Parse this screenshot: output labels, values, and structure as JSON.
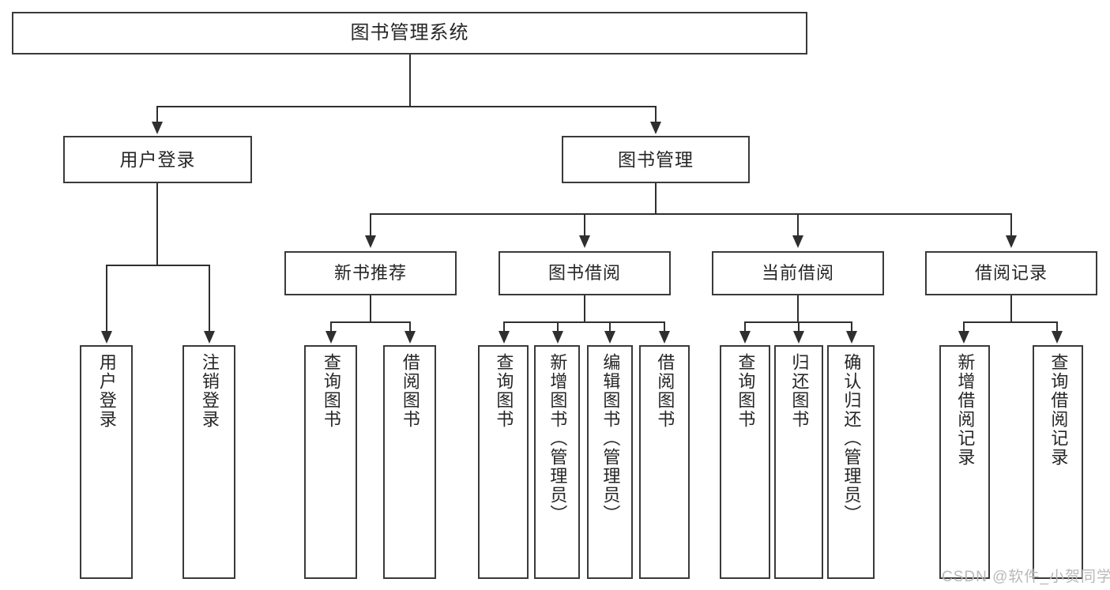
{
  "diagram": {
    "title": "图书管理系统",
    "root": {
      "label": "图书管理系统"
    },
    "level1": [
      {
        "label": "用户登录"
      },
      {
        "label": "图书管理"
      }
    ],
    "level2": [
      {
        "label": "新书推荐"
      },
      {
        "label": "图书借阅"
      },
      {
        "label": "当前借阅"
      },
      {
        "label": "借阅记录"
      }
    ],
    "leaves": {
      "user_login": [
        {
          "label": "用户登录"
        },
        {
          "label": "注销登录"
        }
      ],
      "new_book_recommend": [
        {
          "label": "查询图书"
        },
        {
          "label": "借阅图书"
        }
      ],
      "book_borrow": [
        {
          "label": "查询图书"
        },
        {
          "label": "新增图书（管理员）"
        },
        {
          "label": "编辑图书（管理员）"
        },
        {
          "label": "借阅图书"
        }
      ],
      "current_borrow": [
        {
          "label": "查询图书"
        },
        {
          "label": "归还图书"
        },
        {
          "label": "确认归还（管理员）"
        }
      ],
      "borrow_record": [
        {
          "label": "新增借阅记录"
        },
        {
          "label": "查询借阅记录"
        }
      ]
    }
  },
  "watermark": {
    "text": "CSDN @软件_小贺同学"
  },
  "colors": {
    "box_border": "#3a3a3a",
    "connector": "#2f2f2f",
    "text": "#262626",
    "background": "#ffffff",
    "watermark": "#b9b9b9"
  }
}
